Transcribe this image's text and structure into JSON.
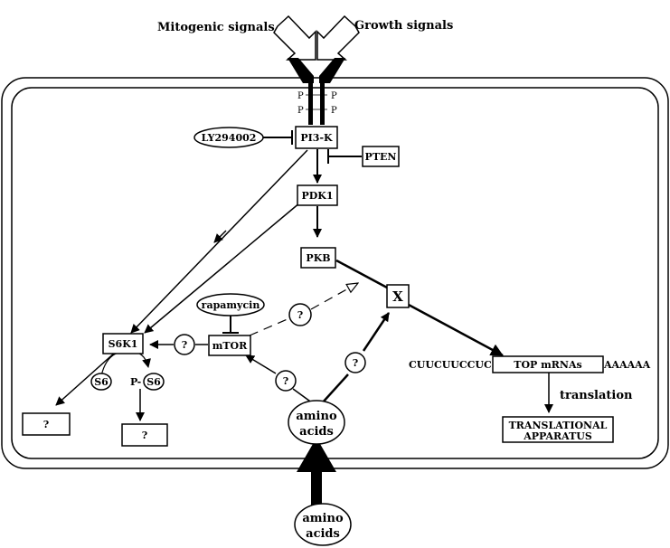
{
  "signals": {
    "mitogenic": "Mitogenic signals",
    "growth": "Growth signals"
  },
  "receptor": {
    "phospho": [
      "P",
      "P",
      "P",
      "P"
    ]
  },
  "nodes": {
    "ly294002": "LY294002",
    "pi3k": "PI3-K",
    "pten": "PTEN",
    "pdk1": "PDK1",
    "pkb": "PKB",
    "rapamycin": "rapamycin",
    "x": "X",
    "s6k1": "S6K1",
    "mtor": "mTOR",
    "s6": "S6",
    "ps6_prefix": "P-",
    "ps6": "S6",
    "unknown_a": "?",
    "unknown_b": "?",
    "q1": "?",
    "q2": "?",
    "q3": "?",
    "q4": "?",
    "amino_in_line1": "amino",
    "amino_in_line2": "acids",
    "amino_out_line1": "amino",
    "amino_out_line2": "acids",
    "cuuc": "CUUCUUCCUC",
    "top": "TOP mRNAs",
    "polya": "AAAAAA",
    "translation": "translation",
    "apparatus_line1": "TRANSLATIONAL",
    "apparatus_line2": "APPARATUS"
  }
}
